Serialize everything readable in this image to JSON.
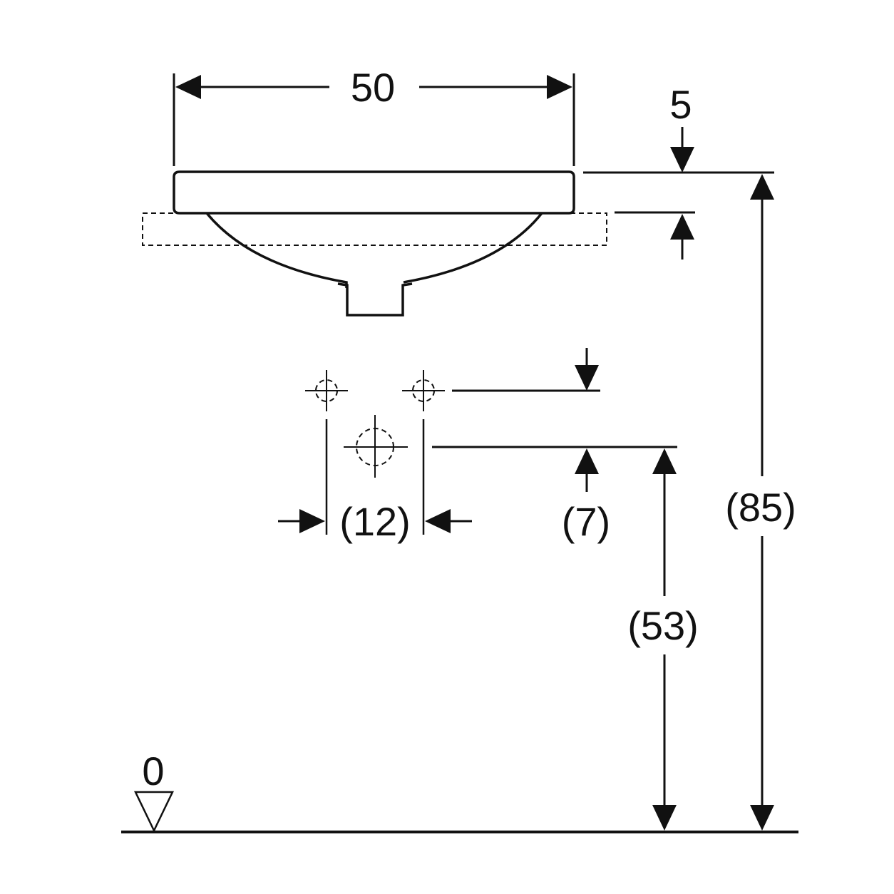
{
  "dimensions": {
    "width": "50",
    "rim_thickness": "5",
    "overall_height": "(85)",
    "outlet_height": "(53)",
    "tap_hole_offset": "(7)",
    "wall_hole_spacing": "(12)",
    "floor_level": "0"
  }
}
